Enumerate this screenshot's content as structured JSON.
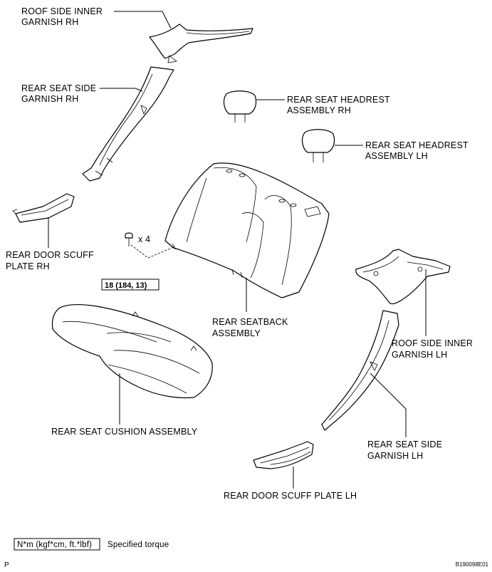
{
  "labels": {
    "roof_side_inner_rh_1": "ROOF SIDE INNER",
    "roof_side_inner_rh_2": "GARNISH RH",
    "rear_seat_side_rh_1": "REAR SEAT SIDE",
    "rear_seat_side_rh_2": "GARNISH RH",
    "headrest_rh_1": "REAR SEAT HEADREST",
    "headrest_rh_2": "ASSEMBLY RH",
    "headrest_lh_1": "REAR SEAT HEADREST",
    "headrest_lh_2": "ASSEMBLY LH",
    "scuff_rh_1": "REAR DOOR SCUFF",
    "scuff_rh_2": "PLATE RH",
    "bolt_qty": "x 4",
    "seatback_1": "REAR SEATBACK",
    "seatback_2": "ASSEMBLY",
    "roof_side_inner_lh_1": "ROOF SIDE INNER",
    "roof_side_inner_lh_2": "GARNISH LH",
    "cushion": "REAR SEAT CUSHION ASSEMBLY",
    "rear_seat_side_lh_1": "REAR SEAT SIDE",
    "rear_seat_side_lh_2": "GARNISH LH",
    "scuff_lh": "REAR DOOR SCUFF PLATE LH"
  },
  "torque": {
    "value": "18 (184, 13)"
  },
  "legend": {
    "unit": "N*m (kgf*cm, ft.*lbf)",
    "description": "Specified torque"
  },
  "footer": {
    "corner_letter": "P",
    "figure_code": "B190098E01"
  }
}
